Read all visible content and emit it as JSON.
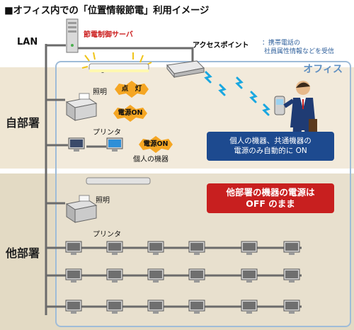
{
  "title": "■オフィス内での「位置情報節電」利用イメージ",
  "lan_label": "LAN",
  "server_label": "節電制御サーバ",
  "access_point": {
    "label": "アクセスポイント",
    "note_line1": "：携帯電話の",
    "note_line2": "社員属性情報などを受信"
  },
  "office_label": "オフィス",
  "departments": {
    "mine": "自部署",
    "other": "他部署"
  },
  "devices": {
    "lighting": "照明",
    "printer": "プリンタ",
    "personal": "個人の機器"
  },
  "status": {
    "light_on": "点　灯",
    "power_on": "電源ON"
  },
  "messages": {
    "blue_line1": "個人の機器、共通機器の",
    "blue_line2": "電源のみ自動的に ON",
    "red_line1": "他部署の機器の電源は",
    "red_line2": "OFF のまま"
  },
  "colors": {
    "office_blue": "#5f8fc1",
    "alert_red": "#c81f1f",
    "info_blue": "#1d4a8f",
    "mine_band": "#efe6d3",
    "other_band": "#e3dac4",
    "burst_orange": "#f5a623"
  }
}
